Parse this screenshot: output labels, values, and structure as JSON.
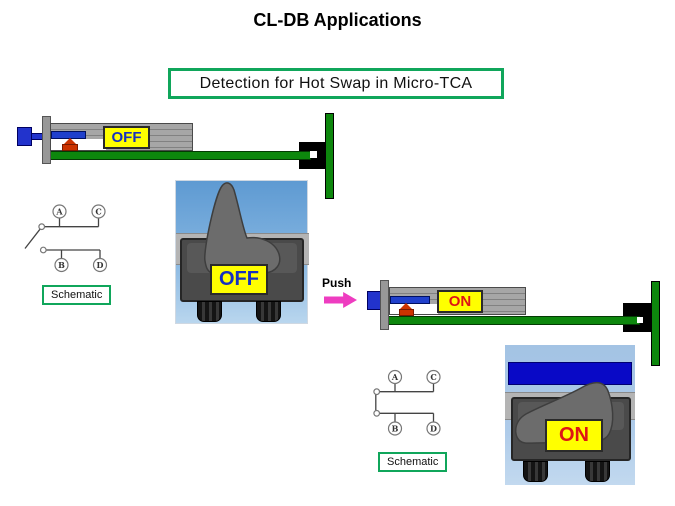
{
  "title": "CL-DB Applications",
  "banner": {
    "text": "Detection for Hot Swap in Micro-TCA"
  },
  "off_assembly": {
    "switch_label": "OFF"
  },
  "on_assembly": {
    "switch_label": "ON",
    "push_label": "Push"
  },
  "off_photo": {
    "switch_label": "OFF"
  },
  "on_photo": {
    "switch_label": "ON"
  },
  "schematic_off": {
    "caption": "Schematic",
    "state": "open",
    "terminals": [
      "A",
      "C",
      "B",
      "D"
    ]
  },
  "schematic_on": {
    "caption": "Schematic",
    "state": "closed",
    "terminals": [
      "A",
      "C",
      "B",
      "D"
    ]
  },
  "colors": {
    "banner_border_green": "#10a65b",
    "pcb_green": "#0d870d",
    "plunger_blue": "#2233cc",
    "actuator_blue": "#2040cc",
    "label_yellow": "#ffff00",
    "off_text_blue": "#1530c0",
    "on_text_red": "#dd1515",
    "push_arrow_magenta": "#ee3cc0",
    "red_contact": "#cc3300"
  }
}
